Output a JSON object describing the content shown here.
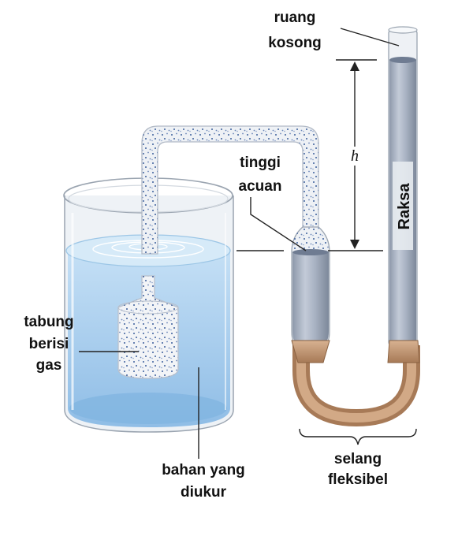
{
  "labels": {
    "ruang_kosong": [
      "ruang",
      "kosong"
    ],
    "tinggi_acuan": [
      "tinggi",
      "acuan"
    ],
    "h": "h",
    "raksa": "Raksa",
    "tabung_berisi_gas": [
      "tabung",
      "berisi",
      "gas"
    ],
    "bahan_yang_diukur": [
      "bahan yang",
      "diukur"
    ],
    "selang_fleksibel": [
      "selang",
      "fleksibel"
    ]
  },
  "colors": {
    "liquid": "#a9cfee",
    "glass": "#c9d3df",
    "mercury": "#a8b3c4",
    "hose": "#c49a78",
    "gas_dots": "#3b5e9c"
  }
}
